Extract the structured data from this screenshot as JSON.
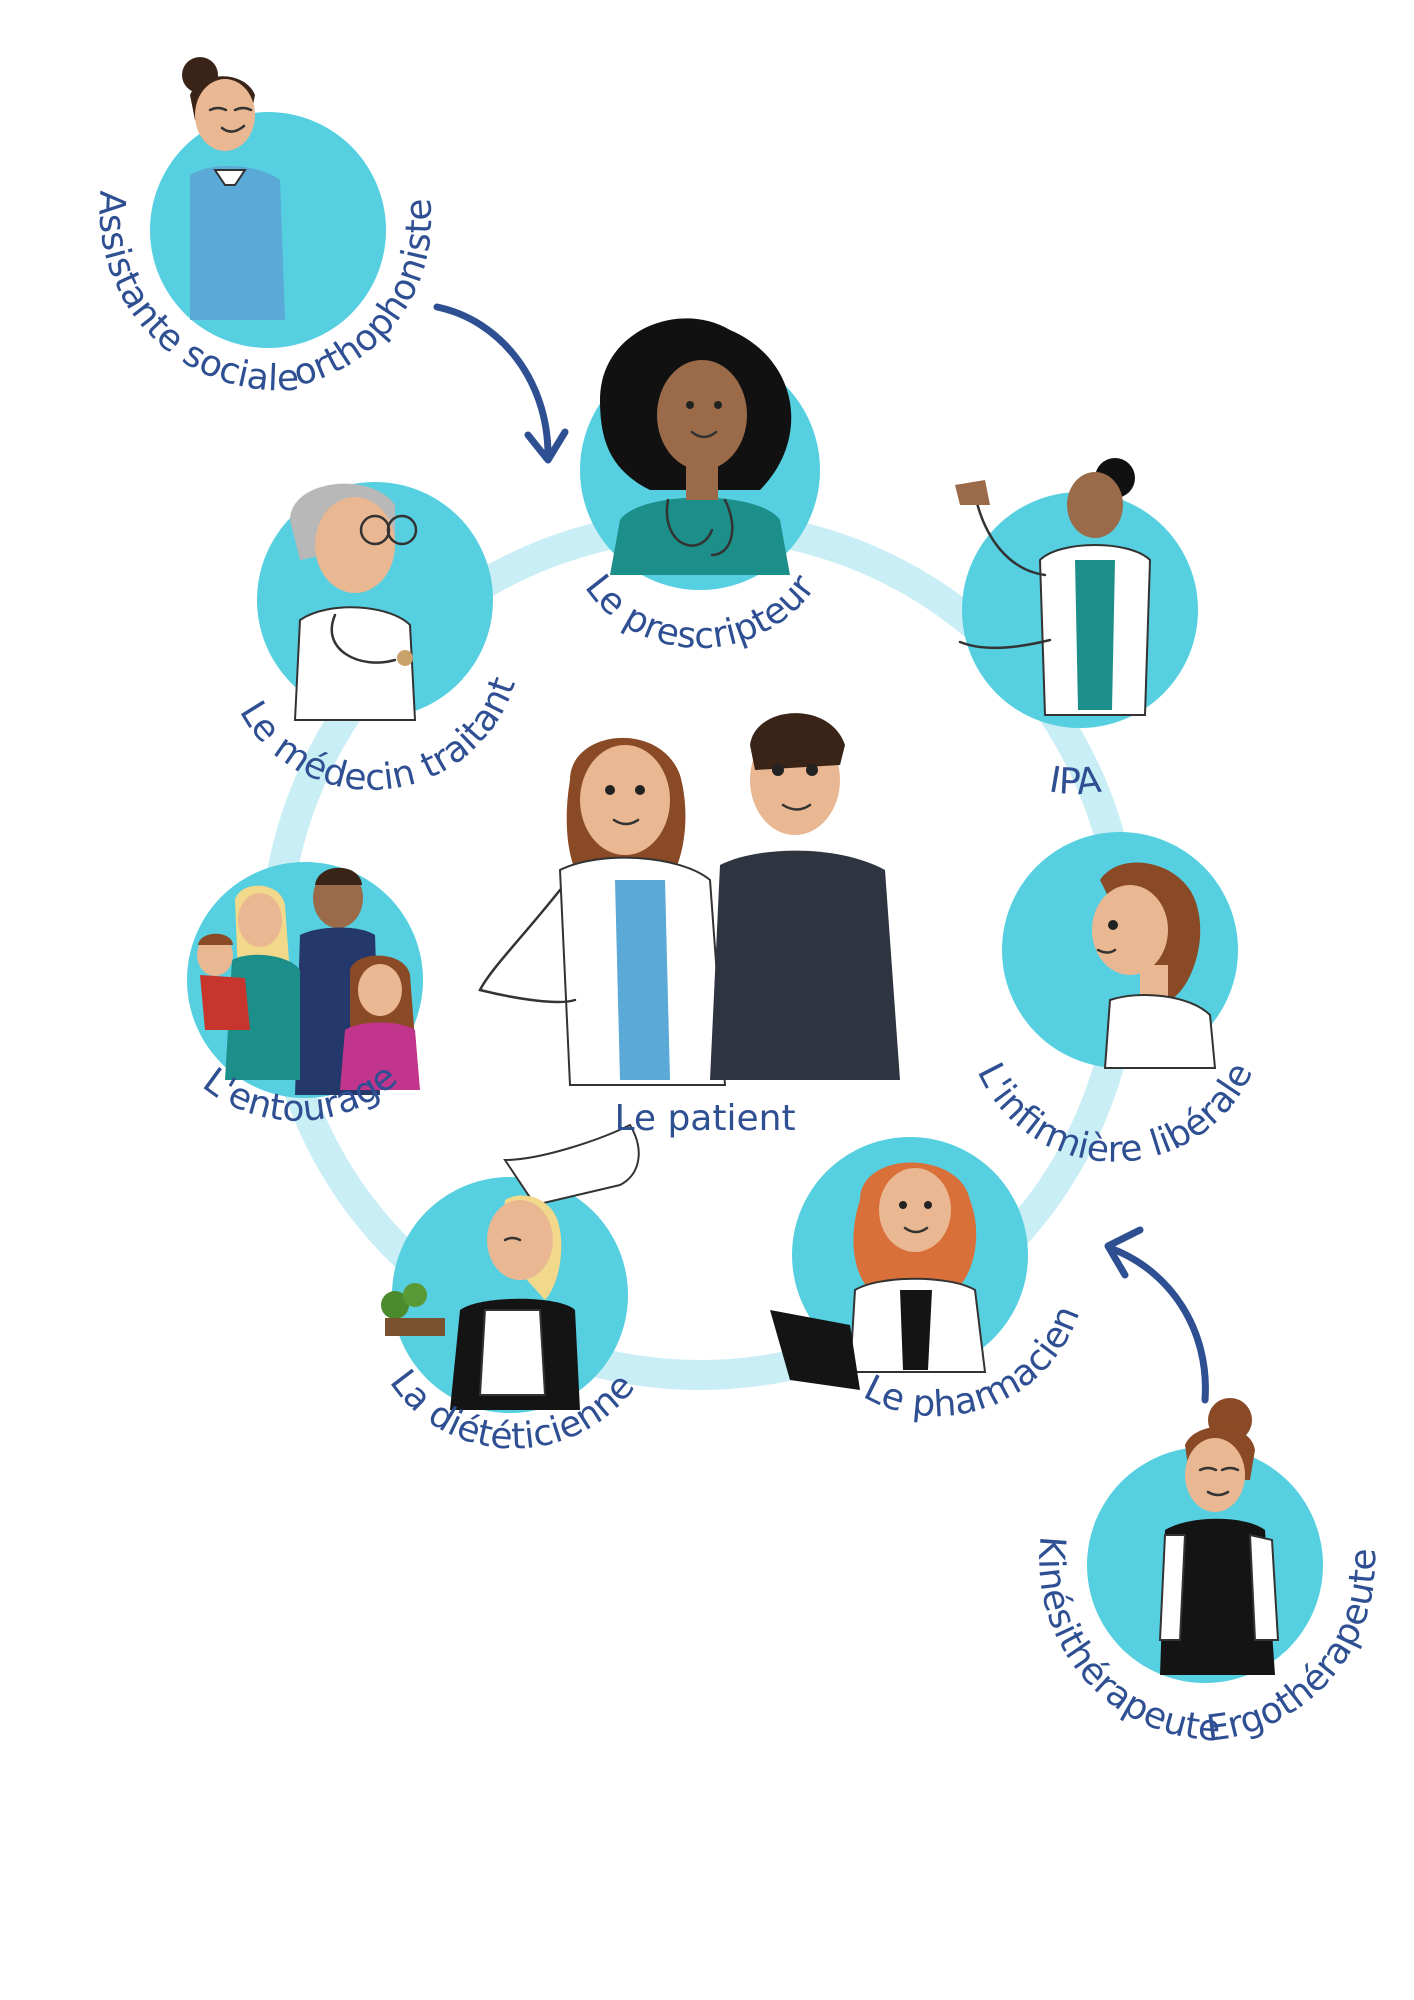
{
  "colors": {
    "disc": "#56cfe0",
    "ring": "#c9eef5",
    "label": "#2f4f93",
    "arrow": "#2f4f93"
  },
  "center": {
    "label": "Le patient"
  },
  "roles": [
    {
      "id": "prescripteur",
      "label": "Le prescripteur",
      "icon": "nurse-stethoscope-icon"
    },
    {
      "id": "ipa",
      "label": "IPA",
      "icon": "presenting-woman-icon"
    },
    {
      "id": "infirmiere",
      "label": "L'infirmière libérale",
      "icon": "nurse-profile-icon"
    },
    {
      "id": "pharmacien",
      "label": "Le pharmacien",
      "icon": "pharmacist-icon"
    },
    {
      "id": "dieteticienne",
      "label": "La diététicienne",
      "icon": "chef-dietitian-icon"
    },
    {
      "id": "entourage",
      "label": "L'entourage",
      "icon": "family-icon"
    },
    {
      "id": "medecin",
      "label": "Le médecin traitant",
      "icon": "doctor-icon"
    }
  ],
  "external": [
    {
      "id": "assistante",
      "label_line1": "Assistante sociale",
      "label_line2": "orthophoniste",
      "icon": "social-worker-icon"
    },
    {
      "id": "kine",
      "label_line1": "Kinésithérapeute",
      "label_line2": "Ergothérapeute",
      "icon": "physio-icon"
    }
  ]
}
